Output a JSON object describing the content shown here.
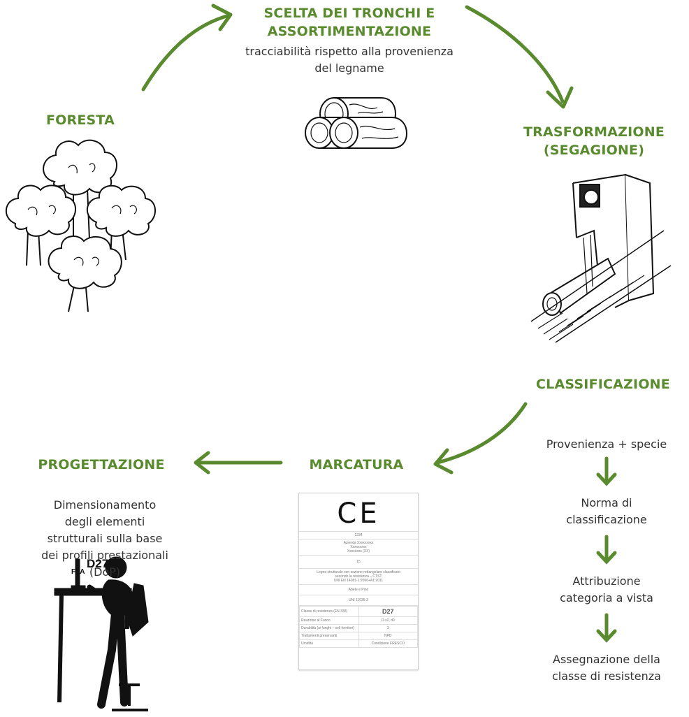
{
  "steps": {
    "scelta": {
      "title_line1": "SCELTA DEI TRONCHI E",
      "title_line2": "ASSORTIMENTAZIONE",
      "desc_line1": "tracciabilità rispetto alla provenienza",
      "desc_line2": "del legname"
    },
    "foresta": {
      "title": "FORESTA"
    },
    "trasformazione": {
      "title_line1": "TRASFORMAZIONE",
      "title_line2": "(SEGAGIONE)"
    },
    "classificazione": {
      "title": "CLASSIFICAZIONE",
      "substeps": [
        {
          "line1": "Provenienza + specie",
          "line2": ""
        },
        {
          "line1": "Norma di",
          "line2": "classificazione"
        },
        {
          "line1": "Attribuzione",
          "line2": "categoria a vista"
        },
        {
          "line1": "Assegnazione della",
          "line2": "classe di resistenza"
        }
      ]
    },
    "marcatura": {
      "title": "MARCATURA",
      "label": {
        "ce_mark": "CE",
        "code": "1234",
        "company_1": "Azienda Xxxxxxxxx",
        "company_2": "Xxxxxxxxx",
        "company_3": "Xxxxxxxx (XX)",
        "year": "15",
        "product_1": "Legno strutturale con sezione rettangolare classificato",
        "product_2": "secondo la resistenza – CTST",
        "product_3": "UNI EN 14081-1:2006+A1:2011",
        "species": "Abete e Pino",
        "norm": "UNI 11035-2",
        "rows": [
          {
            "k": "Classe di resistenza (EN 338)",
            "v": "D27"
          },
          {
            "k": "Reazione al Fuoco",
            "v": "D-s2, d0"
          },
          {
            "k": "Durabilità (ai funghi – soli fornitori)",
            "v": "3"
          },
          {
            "k": "Trattamenti preservanti",
            "v": "NPD"
          },
          {
            "k": "Umidità",
            "v": "Condizione FRESCO"
          }
        ]
      }
    },
    "progettazione": {
      "title": "PROGETTAZIONE",
      "desc_lines": [
        "Dimensionamento",
        "degli elementi",
        "strutturali sulla base",
        "dei profili prestazionali",
        "(DoP)"
      ],
      "screen_label_small": "FLA",
      "screen_label_big": "D27"
    }
  },
  "colors": {
    "accent": "#5a8a2e",
    "text": "#333333",
    "ink": "#111111"
  }
}
